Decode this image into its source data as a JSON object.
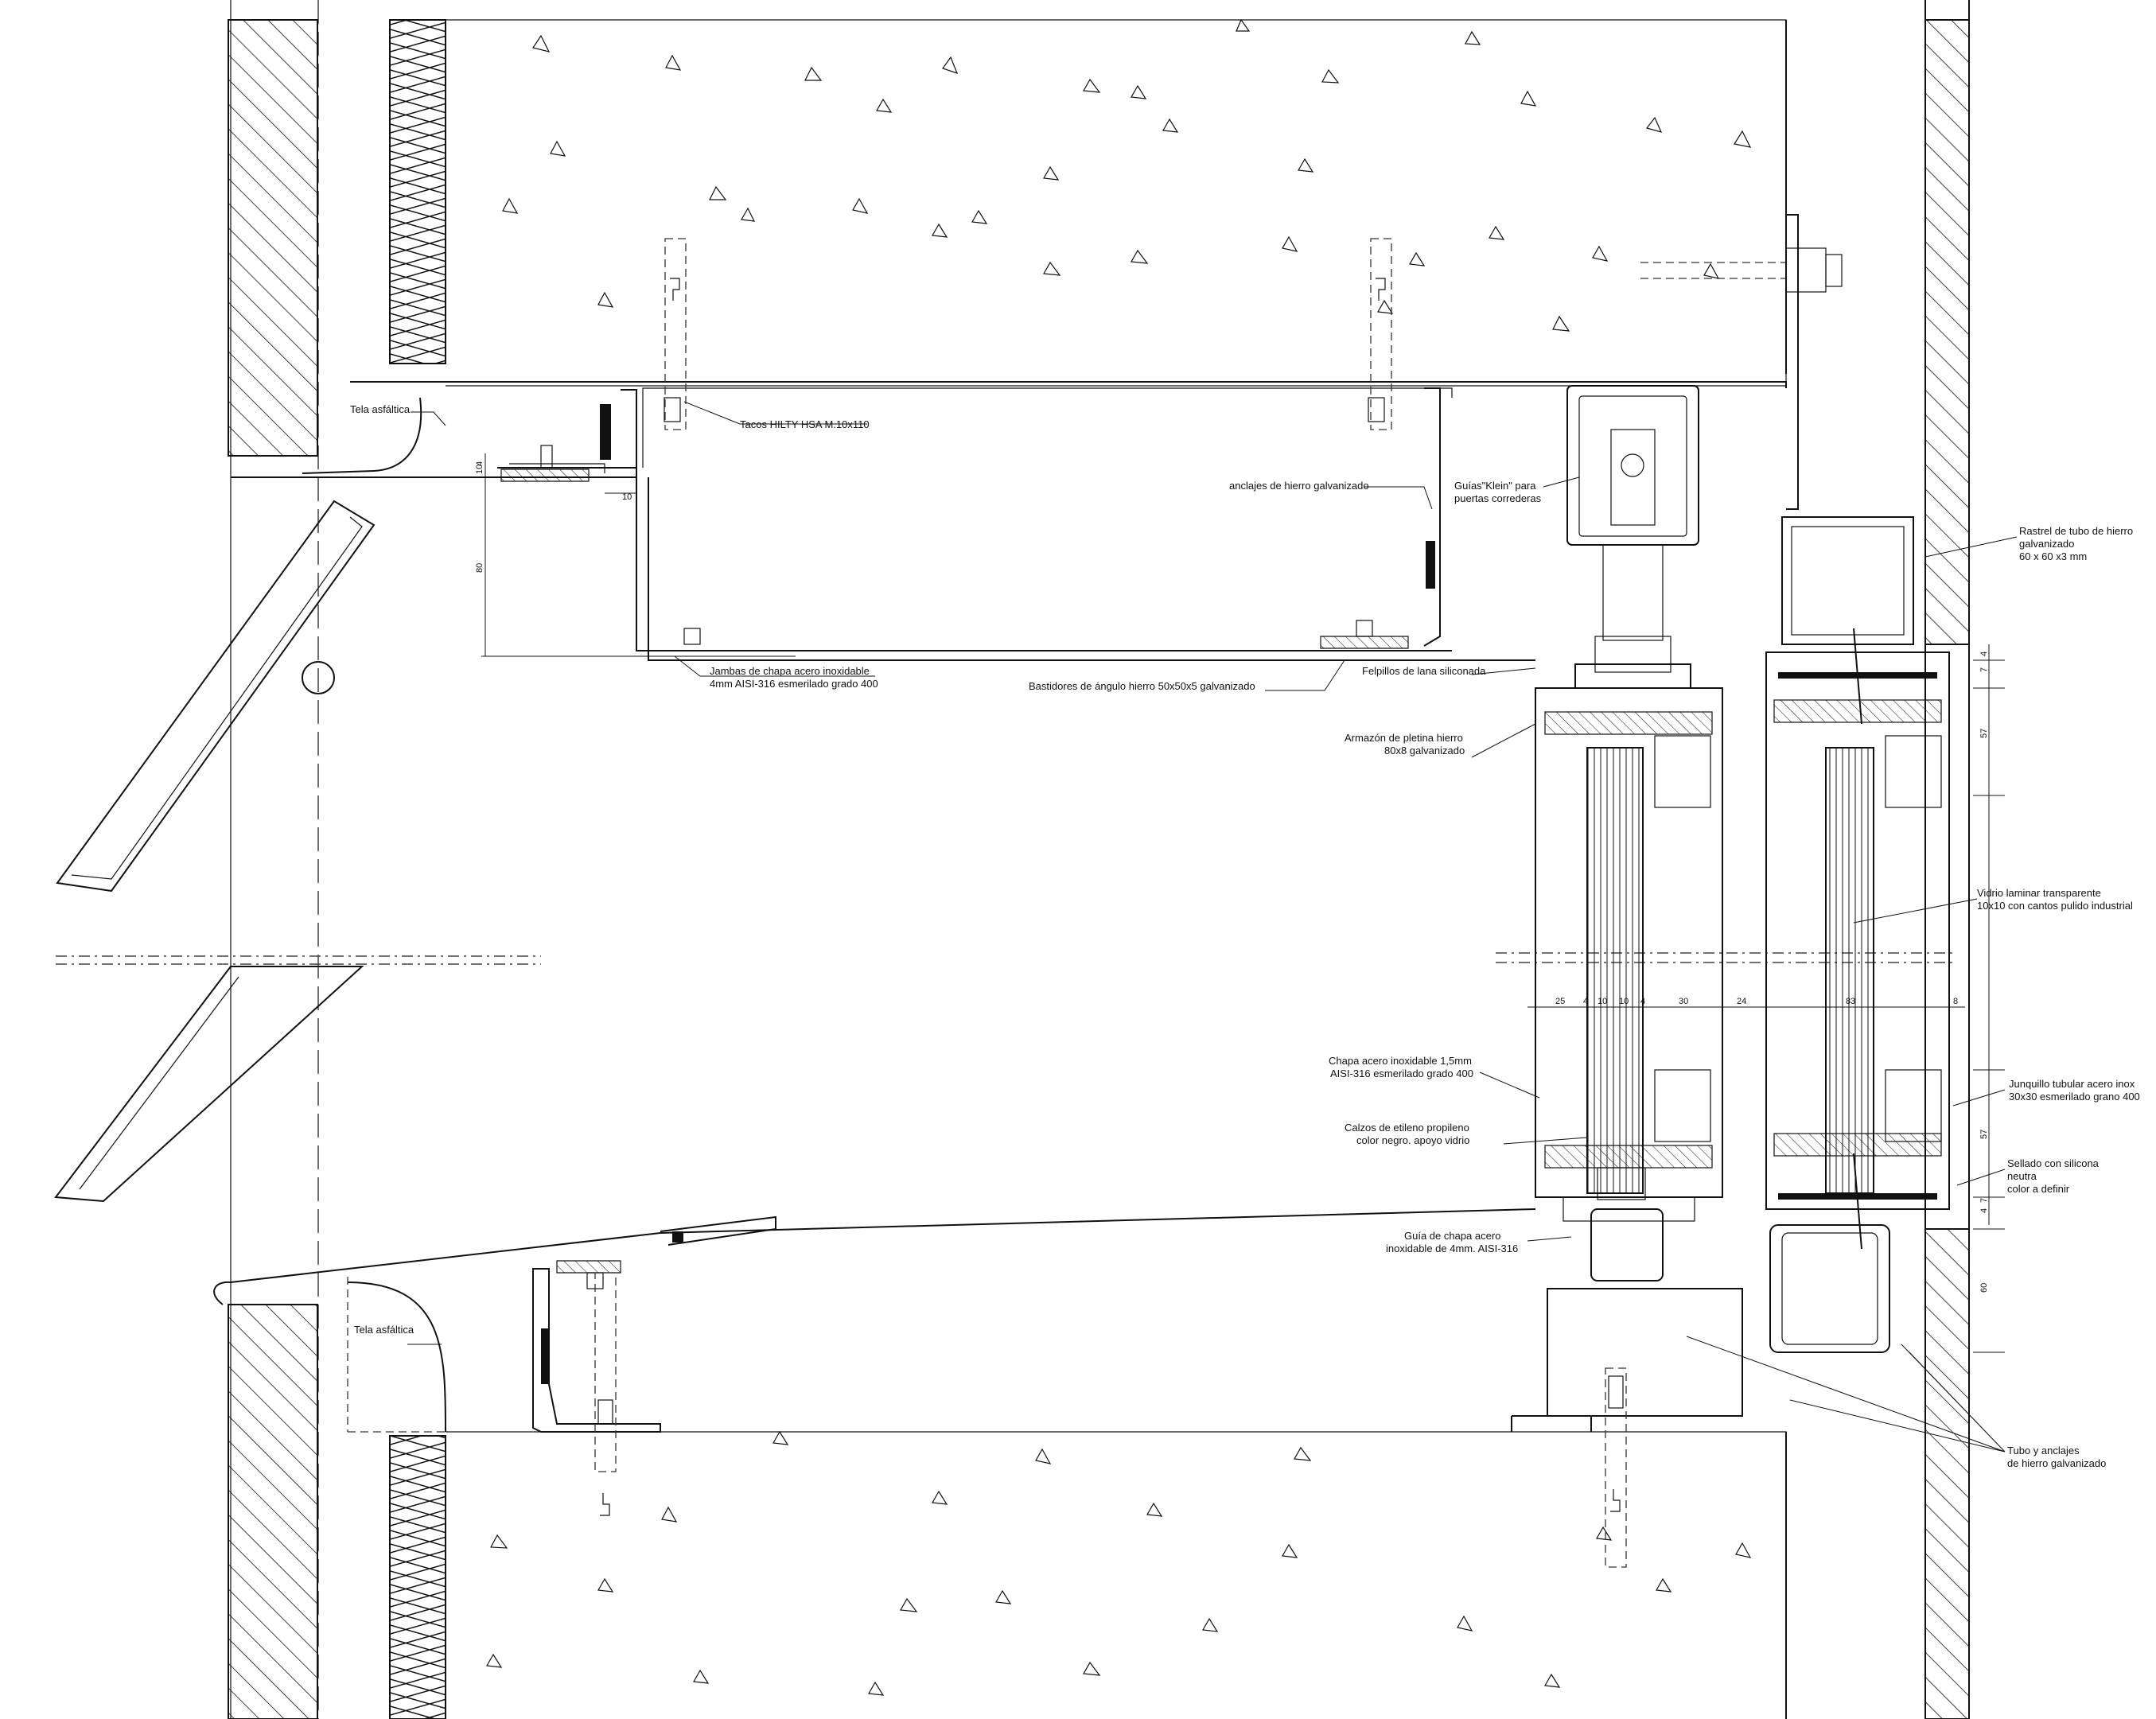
{
  "labels": {
    "tela_asfaltica_top": "Tela asfáltica",
    "tela_asfaltica_bottom": "Tela asfáltica",
    "tacos": "Tacos HILTY HSA M.10x110",
    "anclajes": "anclajes de hierro galvanizado",
    "guias_1": "Guías\"Klein\" para",
    "guias_2": "puertas correderas",
    "rastrel_1": "Rastrel de tubo de hierro",
    "rastrel_2": "galvanizado",
    "rastrel_3": "60 x 60 x3 mm",
    "jambas_1": "Jambas de chapa acero inoxidable",
    "jambas_2": "4mm AISI-316 esmerilado grado 400",
    "bastidores": "Bastidores de ángulo hierro 50x50x5 galvanizado",
    "felpillos": "Felpillos de lana siliconada",
    "armazon_1": "Armazón de pletina hierro",
    "armazon_2": "80x8 galvanizado",
    "vidrio_1": "Vidrio laminar transparente",
    "vidrio_2": "10x10 con cantos pulido industrial",
    "chapa_1": "Chapa acero inoxidable 1,5mm",
    "chapa_2": "AISI-316 esmerilado grado 400",
    "junquillo_1": "Junquillo tubular acero inox",
    "junquillo_2": "30x30 esmerilado grano 400",
    "calzos_1": "Calzos de etileno propileno",
    "calzos_2": "color negro. apoyo vidrio",
    "sellado_1": "Sellado con silicona",
    "sellado_2": "neutra",
    "sellado_3": "color a definir",
    "guia_chapa_1": "Guía de chapa acero",
    "guia_chapa_2": "inoxidable de 4mm. AISI-316",
    "tubo_1": "Tubo y anclajes",
    "tubo_2": "de hierro galvanizado"
  },
  "dimensions": {
    "d_4": "4",
    "d_10a": "10",
    "d_10b": "10",
    "d_80": "80",
    "d_7": "7",
    "d_4b": "4",
    "d_57a": "57",
    "d_57b": "57",
    "d_4c": "4",
    "d_7b": "7",
    "d_60": "60",
    "w_25": "25",
    "w_4a": "4",
    "w_10a": "10",
    "w_10b": "10",
    "w_4b": "4",
    "w_30": "30",
    "w_24": "24",
    "w_83": "83",
    "w_8": "8"
  }
}
